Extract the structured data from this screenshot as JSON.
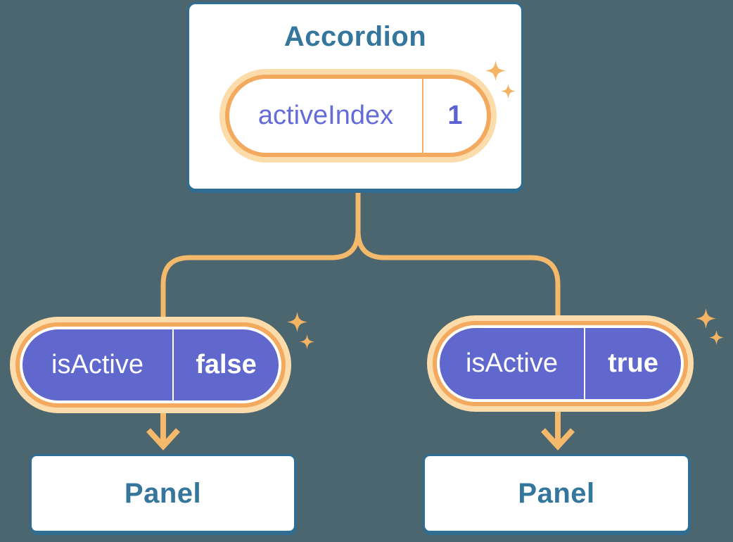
{
  "theme": {
    "bg": "#4b666e",
    "boxBorder": "#2f6d92",
    "blueText": "#35769d",
    "ringOrange": "#f3a95e",
    "haloOrange": "#fcdcab",
    "lineOrange": "#f5b96b",
    "sparkleOrange": "#f4b464",
    "purple": "#6168cd",
    "labelPurple": "#646cd9",
    "valuePurple": "#5a62d2",
    "dividerOrange": "#f4ae62",
    "white": "#ffffff"
  },
  "diagram": {
    "root": {
      "title": "Accordion",
      "state": {
        "name": "activeIndex",
        "value": "1"
      }
    },
    "children": [
      {
        "prop": {
          "name": "isActive",
          "value": "false"
        },
        "panel": {
          "title": "Panel"
        }
      },
      {
        "prop": {
          "name": "isActive",
          "value": "true"
        },
        "panel": {
          "title": "Panel"
        }
      }
    ],
    "icons": {
      "sparkle": "sparkle-icon"
    }
  }
}
